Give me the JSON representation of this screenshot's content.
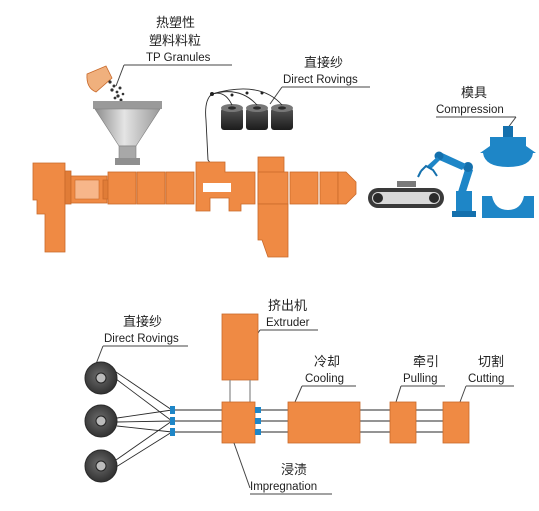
{
  "top": {
    "granules": {
      "cn_line1": "热塑性",
      "cn_line2": "塑料料粒",
      "en": "TP Granules"
    },
    "rovings": {
      "cn": "直接纱",
      "en": "Direct Rovings"
    },
    "mold": {
      "cn": "模具",
      "en": "Compression"
    }
  },
  "bottom": {
    "rovings": {
      "cn": "直接纱",
      "en": "Direct Rovings"
    },
    "extruder": {
      "cn": "挤出机",
      "en": "Extruder"
    },
    "cooling": {
      "cn": "冷却",
      "en": "Cooling"
    },
    "pulling": {
      "cn": "牵引",
      "en": "Pulling"
    },
    "cutting": {
      "cn": "切割",
      "en": "Cutting"
    },
    "impregnation": {
      "cn": "浸渍",
      "en": "Impregnation"
    }
  },
  "colors": {
    "machine": "#ef8a44",
    "robot": "#1e86c7",
    "hopper": "#b8b8b8"
  }
}
